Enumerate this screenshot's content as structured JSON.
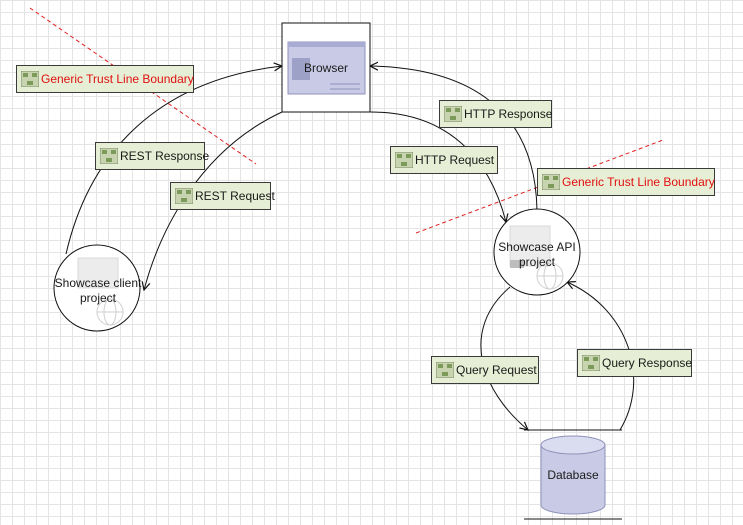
{
  "nodes": {
    "browser": "Browser",
    "client": "Showcase client project",
    "api": "Showcase API project",
    "database": "Database"
  },
  "flows": {
    "rest_response": "REST Response",
    "rest_request": "REST Request",
    "http_request": "HTTP Request",
    "http_response": "HTTP Response",
    "query_request": "Query Request",
    "query_response": "Query Response"
  },
  "boundaries": {
    "left": "Generic Trust Line Boundary",
    "right": "Generic Trust Line Boundary"
  },
  "colors": {
    "label_fill": "#e6efd5",
    "boundary_text": "#e01010",
    "boundary_line": "#e02020",
    "browser_fill": "#c9cbe6"
  }
}
